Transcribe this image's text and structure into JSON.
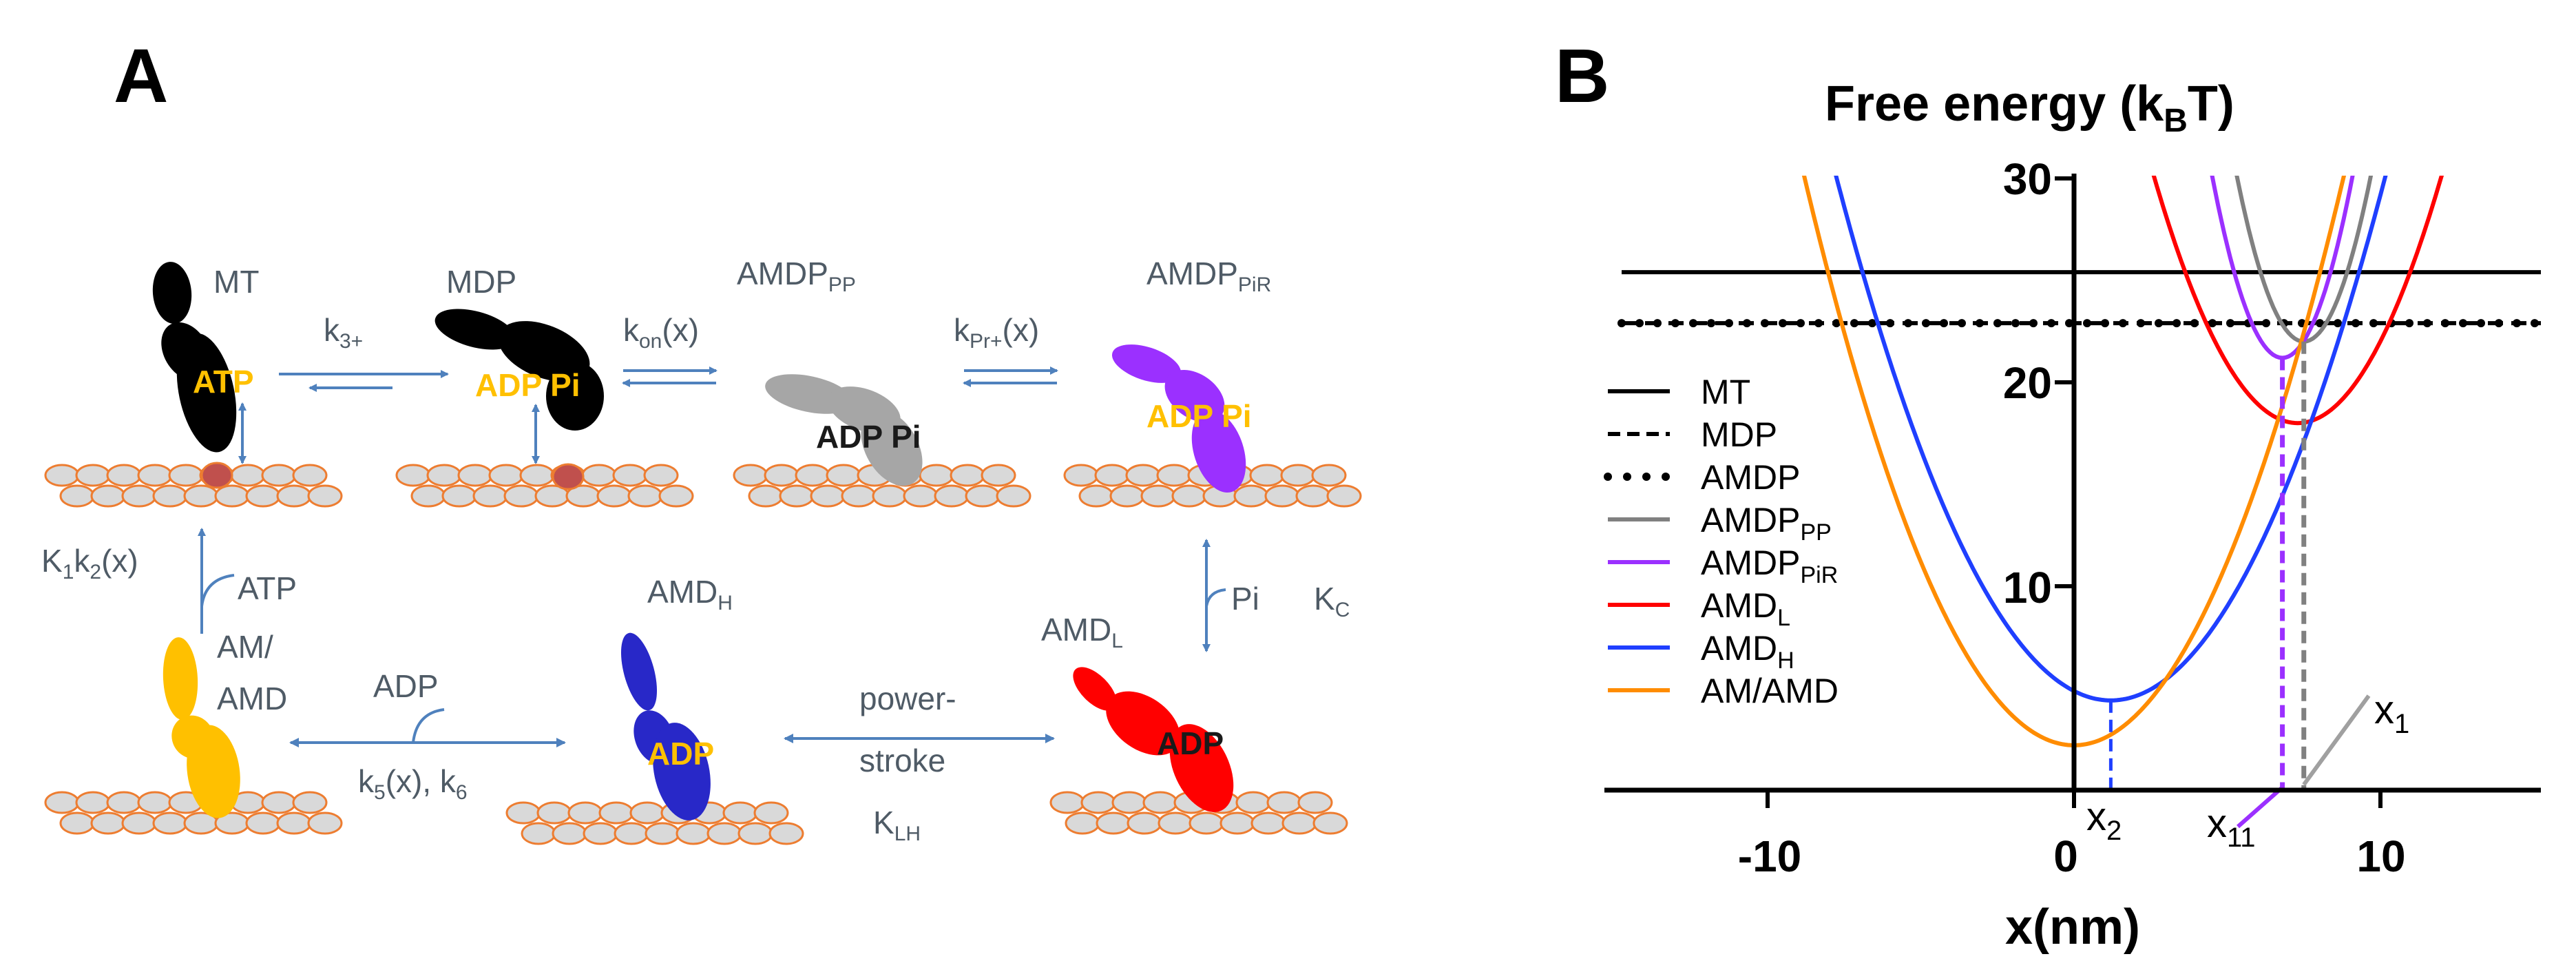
{
  "panel_a": {
    "letter": "A",
    "states": {
      "mt": {
        "label": "MT",
        "nucleotide": "ATP",
        "color": "#000000"
      },
      "mdp": {
        "label": "MDP",
        "nucleotide": "ADP Pi",
        "color": "#000000"
      },
      "amdp_pp": {
        "label": "AMDP",
        "sub": "PP",
        "nucleotide": "ADP Pi",
        "color": "#a6a6a6"
      },
      "amdp_pir": {
        "label": "AMDP",
        "sub": "PiR",
        "nucleotide": "ADP Pi",
        "color": "#9b30ff"
      },
      "am_amd": {
        "label1": "AM/",
        "label2": "AMD",
        "color": "#ffc000"
      },
      "amd_h": {
        "label": "AMD",
        "sub": "H",
        "nucleotide": "ADP",
        "color": "#2828c8"
      },
      "amd_l": {
        "label": "AMD",
        "sub": "L",
        "nucleotide": "ADP",
        "color": "#ff0000"
      }
    },
    "transitions": {
      "k3": {
        "main": "k",
        "sub": "3+"
      },
      "kon": {
        "main": "k",
        "sub": "on",
        "tail": "(x)"
      },
      "kpr": {
        "main": "k",
        "sub": "Pr+",
        "tail": "(x)"
      },
      "k1k2": {
        "a": "K",
        "a_sub": "1",
        "b": "k",
        "b_sub": "2",
        "tail": "(x)"
      },
      "atp": "ATP",
      "pi": "Pi",
      "kc": {
        "main": "K",
        "sub": "C"
      },
      "adp": "ADP",
      "k5k6": {
        "a": "k",
        "a_sub": "5",
        "mid": "(x), k",
        "b_sub": "6"
      },
      "power1": "power-",
      "power2": "stroke",
      "klh": {
        "main": "K",
        "sub": "LH"
      }
    },
    "colors": {
      "actin_fill": "#d9d9d9",
      "actin_stroke": "#ed7d31",
      "binding_site": "#c0504d",
      "arrow": "#4f81bd",
      "nucleotide_text": "#ffc000"
    }
  },
  "panel_b": {
    "letter": "B",
    "title": "Free energy (k",
    "title_sub": "B",
    "title_tail": "T)",
    "xlabel": "x(nm)",
    "x_ticks": [
      "-10",
      "0",
      "10"
    ],
    "y_ticks": [
      "10",
      "20",
      "30"
    ],
    "annotations": {
      "x1": {
        "main": "x",
        "sub": "1"
      },
      "x2": {
        "main": "x",
        "sub": "2"
      },
      "x11": {
        "main": "x",
        "sub": "11"
      }
    },
    "legend": [
      {
        "label": "MT",
        "sub": "",
        "color": "#000000",
        "style": "solid"
      },
      {
        "label": "MDP",
        "sub": "",
        "color": "#000000",
        "style": "dashed"
      },
      {
        "label": "AMDP",
        "sub": "",
        "color": "#000000",
        "style": "dotted"
      },
      {
        "label": "AMDP",
        "sub": "PP",
        "color": "#808080",
        "style": "solid"
      },
      {
        "label": "AMDP",
        "sub": "PiR",
        "color": "#9b30ff",
        "style": "solid"
      },
      {
        "label": "AMD",
        "sub": "L",
        "color": "#ff0000",
        "style": "solid"
      },
      {
        "label": "AMD",
        "sub": "H",
        "color": "#1f3fff",
        "style": "solid"
      },
      {
        "label": "AM/AMD",
        "sub": "",
        "color": "#ff8c00",
        "style": "solid"
      }
    ]
  },
  "chart_data": {
    "type": "line",
    "title": "Free energy (kBT)",
    "xlabel": "x(nm)",
    "ylabel": "",
    "xlim": [
      -15,
      15
    ],
    "ylim": [
      0,
      30
    ],
    "x_ticks": [
      -10,
      0,
      10
    ],
    "y_ticks": [
      10,
      20,
      30
    ],
    "series": [
      {
        "name": "MT",
        "color": "#000000",
        "style": "solid",
        "constant": 25.4
      },
      {
        "name": "MDP",
        "color": "#000000",
        "style": "dashed",
        "constant": 22.9
      },
      {
        "name": "AMDP",
        "color": "#000000",
        "style": "dotted",
        "constant": 22.9
      },
      {
        "name": "AMDPPP",
        "color": "#808080",
        "style": "solid",
        "min_x": 7.5,
        "min_y": 22.0
      },
      {
        "name": "AMDPPiR",
        "color": "#9b30ff",
        "style": "solid",
        "min_x": 6.8,
        "min_y": 21.2
      },
      {
        "name": "AMDL",
        "color": "#ff0000",
        "style": "solid",
        "min_x": 7.3,
        "min_y": 18.0
      },
      {
        "name": "AMDH",
        "color": "#1f3fff",
        "style": "solid",
        "min_x": 1.2,
        "min_y": 4.4
      },
      {
        "name": "AM/AMD",
        "color": "#ff8c00",
        "style": "solid",
        "min_x": 0.0,
        "min_y": 2.2
      }
    ],
    "markers": [
      {
        "label": "x1",
        "x": 7.5
      },
      {
        "label": "x2",
        "x": 1.2
      },
      {
        "label": "x11",
        "x": 6.8
      }
    ]
  }
}
